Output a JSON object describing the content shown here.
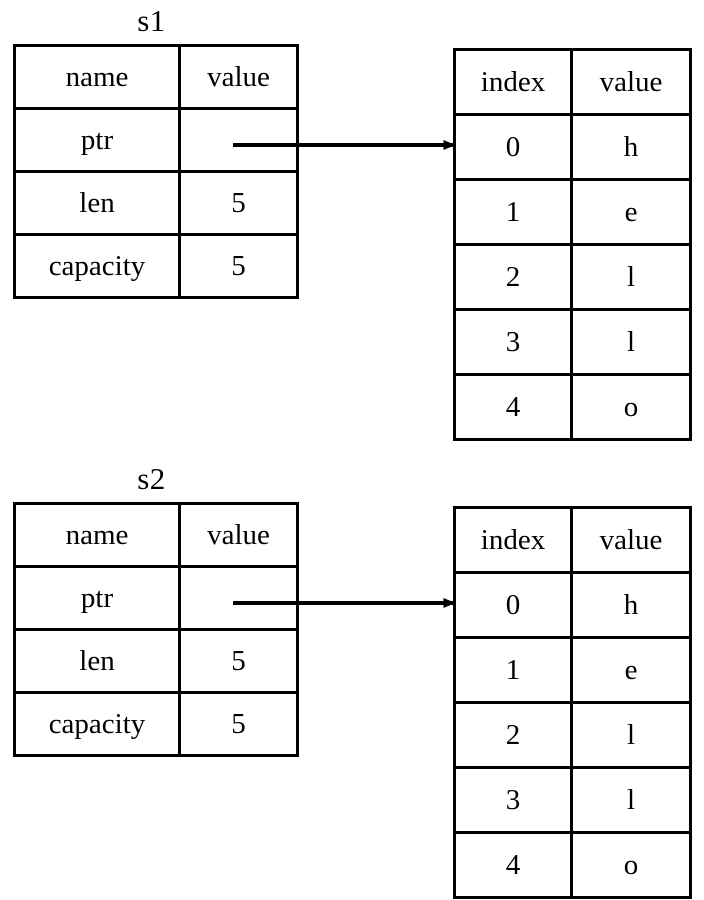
{
  "diagram": {
    "title_hidden": "",
    "background_color": "#ffffff",
    "line_color": "#000000"
  },
  "groups": [
    {
      "var_label": "s1",
      "struct_table": {
        "headers": [
          "name",
          "value"
        ],
        "rows": [
          {
            "name": "ptr",
            "value": ""
          },
          {
            "name": "len",
            "value": "5"
          },
          {
            "name": "capacity",
            "value": "5"
          }
        ]
      },
      "buffer_table": {
        "headers": [
          "index",
          "value"
        ],
        "rows": [
          {
            "index": "0",
            "value": "h"
          },
          {
            "index": "1",
            "value": "e"
          },
          {
            "index": "2",
            "value": "l"
          },
          {
            "index": "3",
            "value": "l"
          },
          {
            "index": "4",
            "value": "o"
          }
        ]
      },
      "pointer_arrow": {
        "from": "ptr",
        "to": "index 0"
      }
    },
    {
      "var_label": "s2",
      "struct_table": {
        "headers": [
          "name",
          "value"
        ],
        "rows": [
          {
            "name": "ptr",
            "value": ""
          },
          {
            "name": "len",
            "value": "5"
          },
          {
            "name": "capacity",
            "value": "5"
          }
        ]
      },
      "buffer_table": {
        "headers": [
          "index",
          "value"
        ],
        "rows": [
          {
            "index": "0",
            "value": "h"
          },
          {
            "index": "1",
            "value": "e"
          },
          {
            "index": "2",
            "value": "l"
          },
          {
            "index": "3",
            "value": "l"
          },
          {
            "index": "4",
            "value": "o"
          }
        ]
      },
      "pointer_arrow": {
        "from": "ptr",
        "to": "index 0"
      }
    }
  ]
}
